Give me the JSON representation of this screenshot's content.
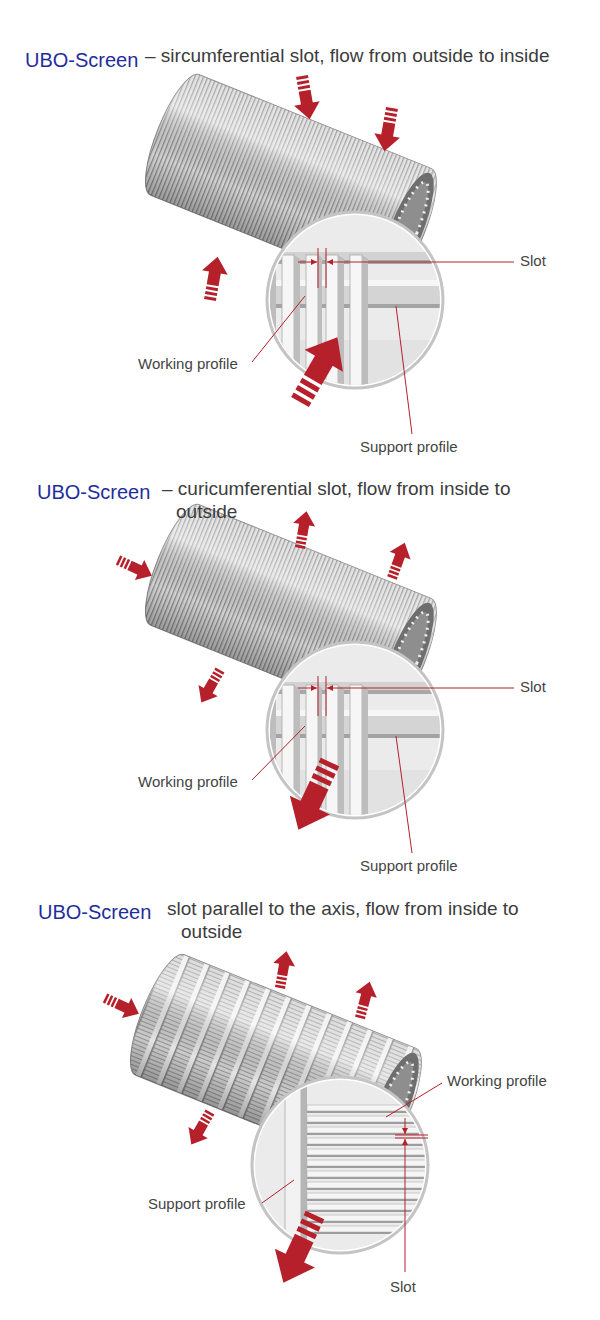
{
  "diagram": {
    "labels": [
      "UBO-Screen",
      "– sircumferential slot, flow from outside to inside",
      "Slot",
      "Working profile",
      "Support profile",
      "UBO-Screen",
      "– curicumferential slot, flow from inside to outside",
      "Slot",
      "Working profile",
      "Support profile",
      "UBO-Screen",
      "slot parallel to the axis, flow from inside to outside",
      "Working profile",
      "Support profile",
      "Slot"
    ]
  }
}
